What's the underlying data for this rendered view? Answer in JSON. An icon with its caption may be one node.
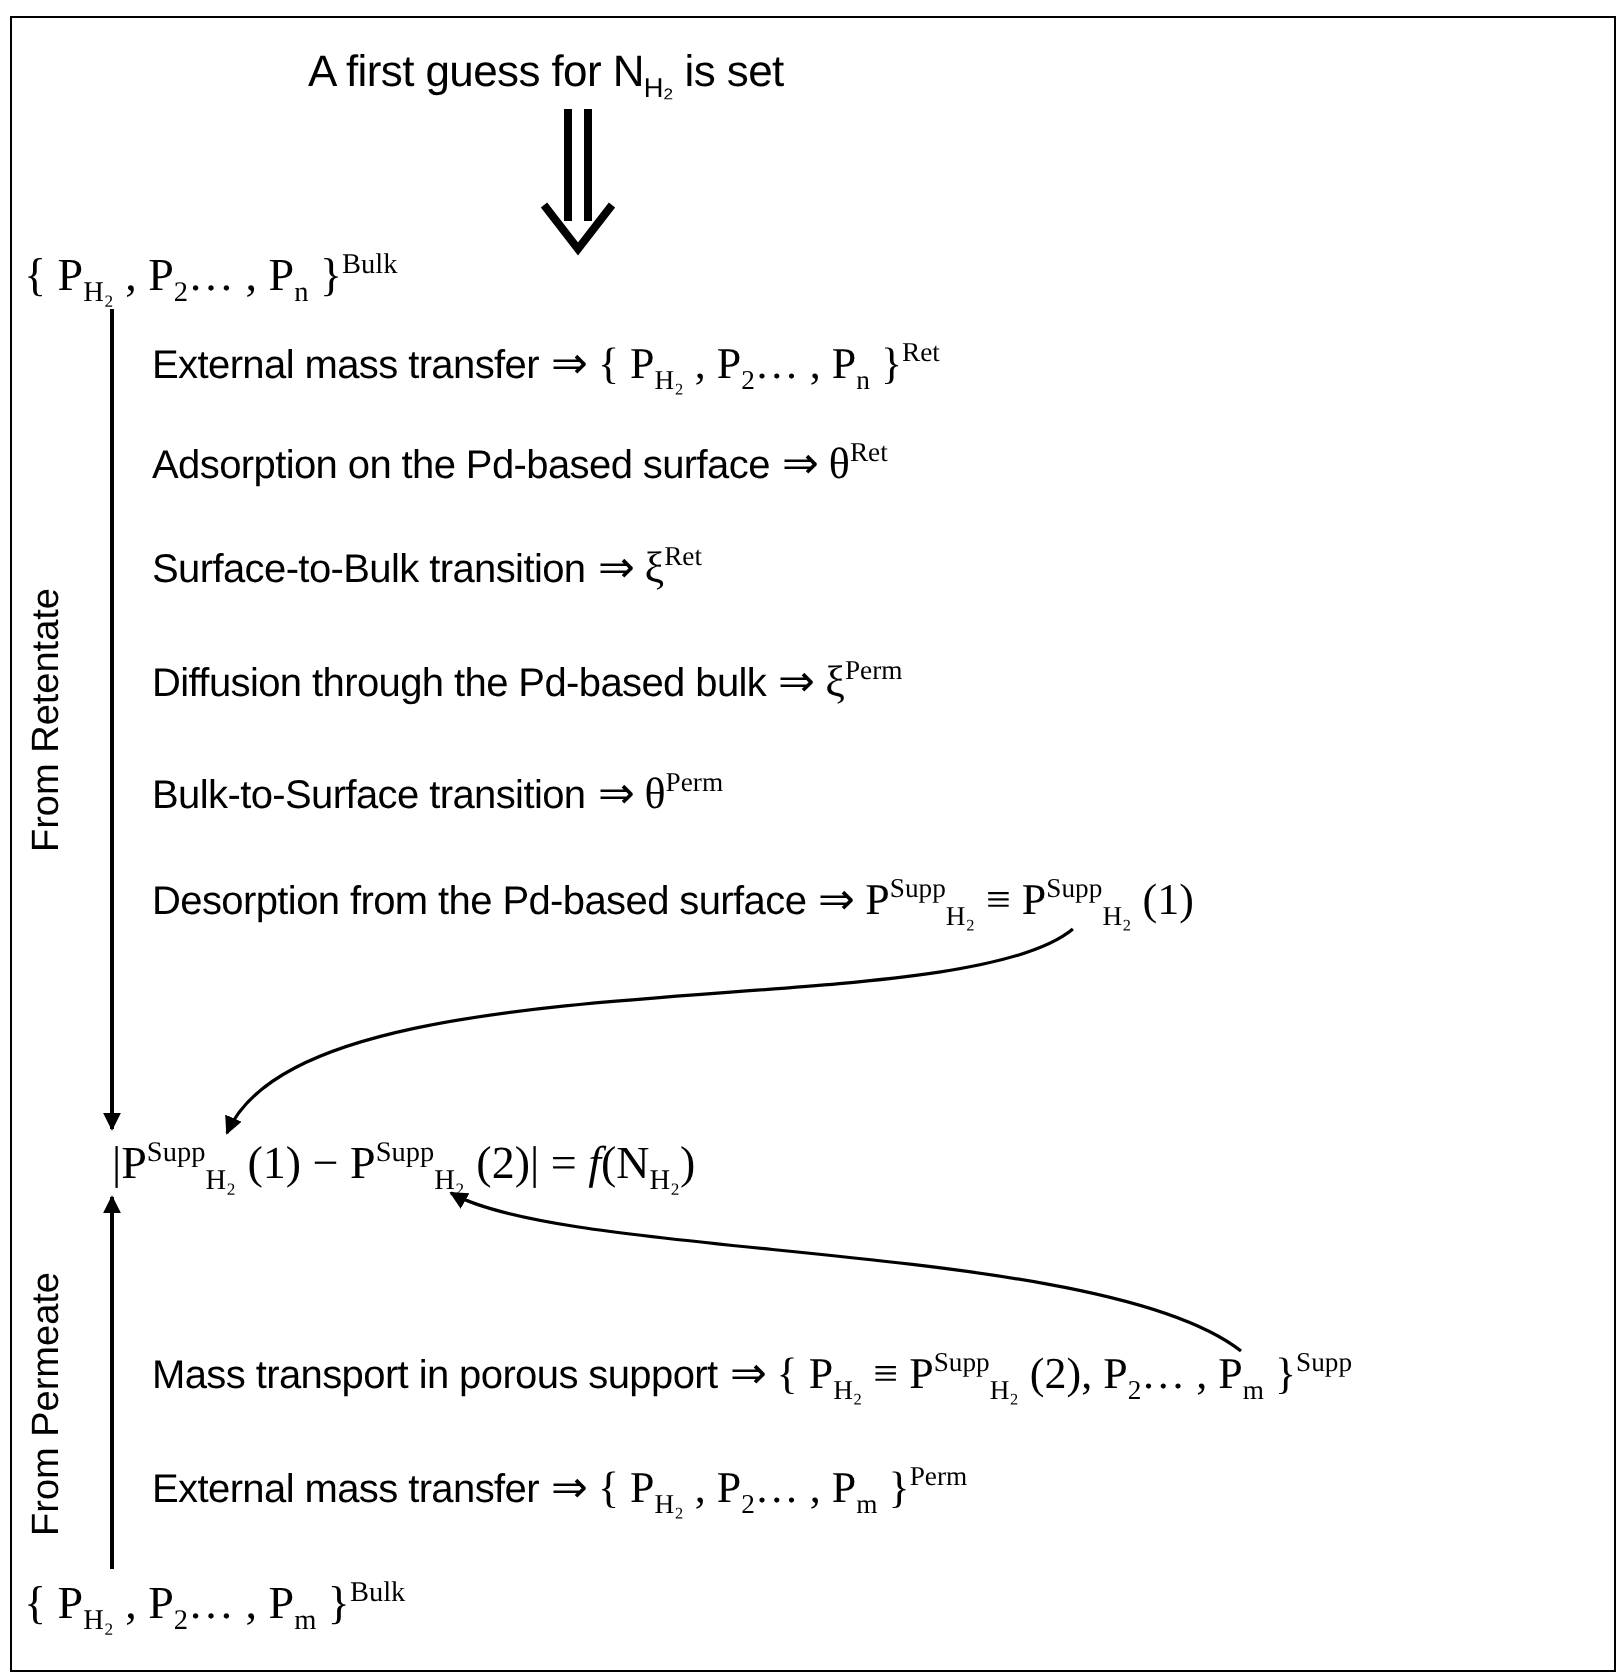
{
  "diagram": {
    "nodes": [
      {
        "text": [
          "A first guess for N$_{H₂}$ is set"
        ]
      },
      {
        "text": [
          "{ P$_{H₂}$ , P$_{2}$… , P$_{n}$ }$^{Bulk}$"
        ]
      },
      {
        "text": [
          "External mass transfer",
          "⇒ { P$_{H₂}$ , P$_{2}$… , P$_{n}$ }$^{Ret}$"
        ]
      },
      {
        "text": [
          "Adsorption on the Pd-based surface",
          "⇒ θ$^{Ret}$"
        ]
      },
      {
        "text": [
          "Surface-to-Bulk transition",
          "⇒ ξ$^{Ret}$"
        ]
      },
      {
        "text": [
          "Diffusion through the Pd-based bulk",
          "⇒ ξ$^{Perm}$"
        ]
      },
      {
        "text": [
          "Bulk-to-Surface transition",
          "⇒ θ$^{Perm}$"
        ]
      },
      {
        "text": [
          "Desorption from the Pd-based surface",
          "⇒ P$^{Supp}$$_{H₂}$ ≡ P$^{Supp}$$_{H₂}$ (1)"
        ]
      },
      {
        "text": [
          "|P$^{Supp}$$_{H₂}$ (1) − P$^{Supp}$$_{H₂}$ (2)| = *f*(N$_{H₂}$)"
        ]
      },
      {
        "text": [
          "Mass transport in porous support",
          "⇒ { P$_{H₂}$ ≡ P$^{Supp}$$_{H₂}$ (2), P$_{2}$… , P$_{m}$ }$^{Supp}$"
        ]
      },
      {
        "text": [
          "External mass transfer",
          "⇒ { P$_{H₂}$ , P$_{2}$… , P$_{m}$ }$^{Perm}$"
        ]
      },
      {
        "text": [
          "{ P$_{H₂}$ , P$_{2}$… , P$_{m}$ }$^{Bulk}$"
        ]
      }
    ],
    "edges": [
      {
        "from": 0,
        "to": null,
        "arrow": "to",
        "style": "thick"
      },
      {
        "from": 1,
        "to": 8,
        "arrow": "to",
        "label": "From Retentate"
      },
      {
        "from": 7,
        "to": 8,
        "arrow": "to"
      },
      {
        "from": 9,
        "to": 8,
        "arrow": "to"
      },
      {
        "from": 11,
        "to": 8,
        "arrow": "to",
        "label": "From Permeate"
      }
    ]
  }
}
